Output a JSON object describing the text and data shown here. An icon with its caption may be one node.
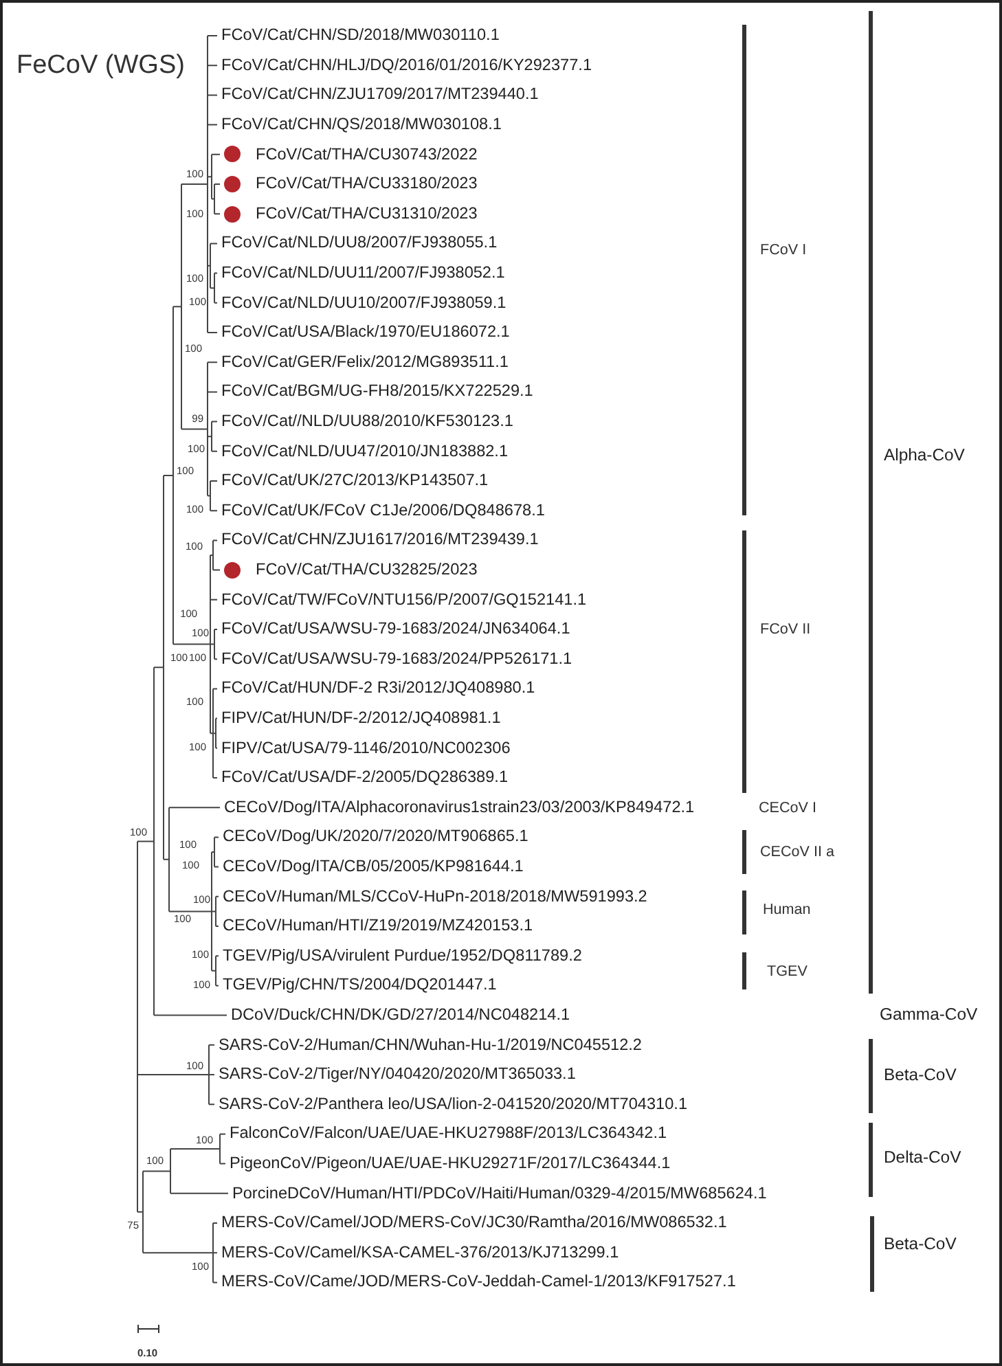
{
  "diagram": {
    "title": "FeCoV (WGS)",
    "labels": [
      "FCoV/Cat/CHN/SD/2018/MW030110.1",
      "FCoV/Cat/CHN/HLJ/DQ/2016/01/2016/KY292377.1",
      "FCoV/Cat/CHN/ZJU1709/2017/MT239440.1",
      "FCoV/Cat/CHN/QS/2018/MW030108.1",
      "FCoV/Cat/THA/CU30743/2022",
      "FCoV/Cat/THA/CU33180/2023",
      "FCoV/Cat/THA/CU31310/2023",
      "FCoV/Cat/NLD/UU8/2007/FJ938055.1",
      "FCoV/Cat/NLD/UU11/2007/FJ938052.1",
      "FCoV/Cat/NLD/UU10/2007/FJ938059.1",
      "FCoV/Cat/USA/Black/1970/EU186072.1",
      "FCoV/Cat/GER/Felix/2012/MG893511.1",
      "FCoV/Cat/BGM/UG-FH8/2015/KX722529.1",
      "FCoV/Cat//NLD/UU88/2010/KF530123.1",
      "FCoV/Cat/NLD/UU47/2010/JN183882.1",
      "FCoV/Cat/UK/27C/2013/KP143507.1",
      "FCoV/Cat/UK/FCoV C1Je/2006/DQ848678.1",
      "FCoV/Cat/CHN/ZJU1617/2016/MT239439.1",
      "FCoV/Cat/THA/CU32825/2023",
      "FCoV/Cat/TW/FCoV/NTU156/P/2007/GQ152141.1",
      "FCoV/Cat/USA/WSU-79-1683/2024/JN634064.1",
      "FCoV/Cat/USA/WSU-79-1683/2024/PP526171.1",
      "FCoV/Cat/HUN/DF-2 R3i/2012/JQ408980.1",
      "FIPV/Cat/HUN/DF-2/2012/JQ408981.1",
      "FIPV/Cat/USA/79-1146/2010/NC002306",
      "FCoV/Cat/USA/DF-2/2005/DQ286389.1",
      "CECoV/Dog/ITA/Alphacoronavirus1strain23/03/2003/KP849472.1",
      "CECoV/Dog/UK/2020/7/2020/MT906865.1",
      "CECoV/Dog/ITA/CB/05/2005/KP981644.1",
      "CECoV/Human/MLS/CCoV-HuPn-2018/2018/MW591993.2",
      "CECoV/Human/HTI/Z19/2019/MZ420153.1",
      "TGEV/Pig/USA/virulent Purdue/1952/DQ811789.2",
      "TGEV/Pig/CHN/TS/2004/DQ201447.1",
      "DCoV/Duck/CHN/DK/GD/27/2014/NC048214.1",
      "SARS-CoV-2/Human/CHN/Wuhan-Hu-1/2019/NC045512.2",
      "SARS-CoV-2/Tiger/NY/040420/2020/MT365033.1",
      "SARS-CoV-2/Panthera leo/USA/lion-2-041520/2020/MT704310.1",
      "FalconCoV/Falcon/UAE/UAE-HKU27988F/2013/LC364342.1",
      "PigeonCoV/Pigeon/UAE/UAE-HKU29271F/2017/LC364344.1",
      "PorcineDCoV/Human/HTI/PDCoV/Haiti/Human/0329-4/2015/MW685624.1",
      "MERS-CoV/Camel/JOD/MERS-CoV/JC30/Ramtha/2016/MW086532.1",
      "MERS-CoV/Camel/KSA-CAMEL-376/2013/KJ713299.1",
      "MERS-CoV/Came/JOD/MERS-CoV-Jeddah-Camel-1/2013/KF917527.1",
      "100",
      "100",
      "100",
      "100",
      "100",
      "99",
      "100",
      "100",
      "100",
      "100",
      "100",
      "100",
      "100",
      "100",
      "100",
      "100",
      "100",
      "100",
      "100",
      "100",
      "100",
      "100",
      "100",
      "100",
      "100",
      "100",
      "75",
      "100",
      "FCoV I",
      "FCoV II",
      "CECoV I",
      "CECoV II a",
      "Human",
      "TGEV",
      "Alpha-CoV",
      "Gamma-CoV",
      "Beta-CoV",
      "Delta-CoV",
      "Beta-CoV",
      "0.10"
    ]
  }
}
